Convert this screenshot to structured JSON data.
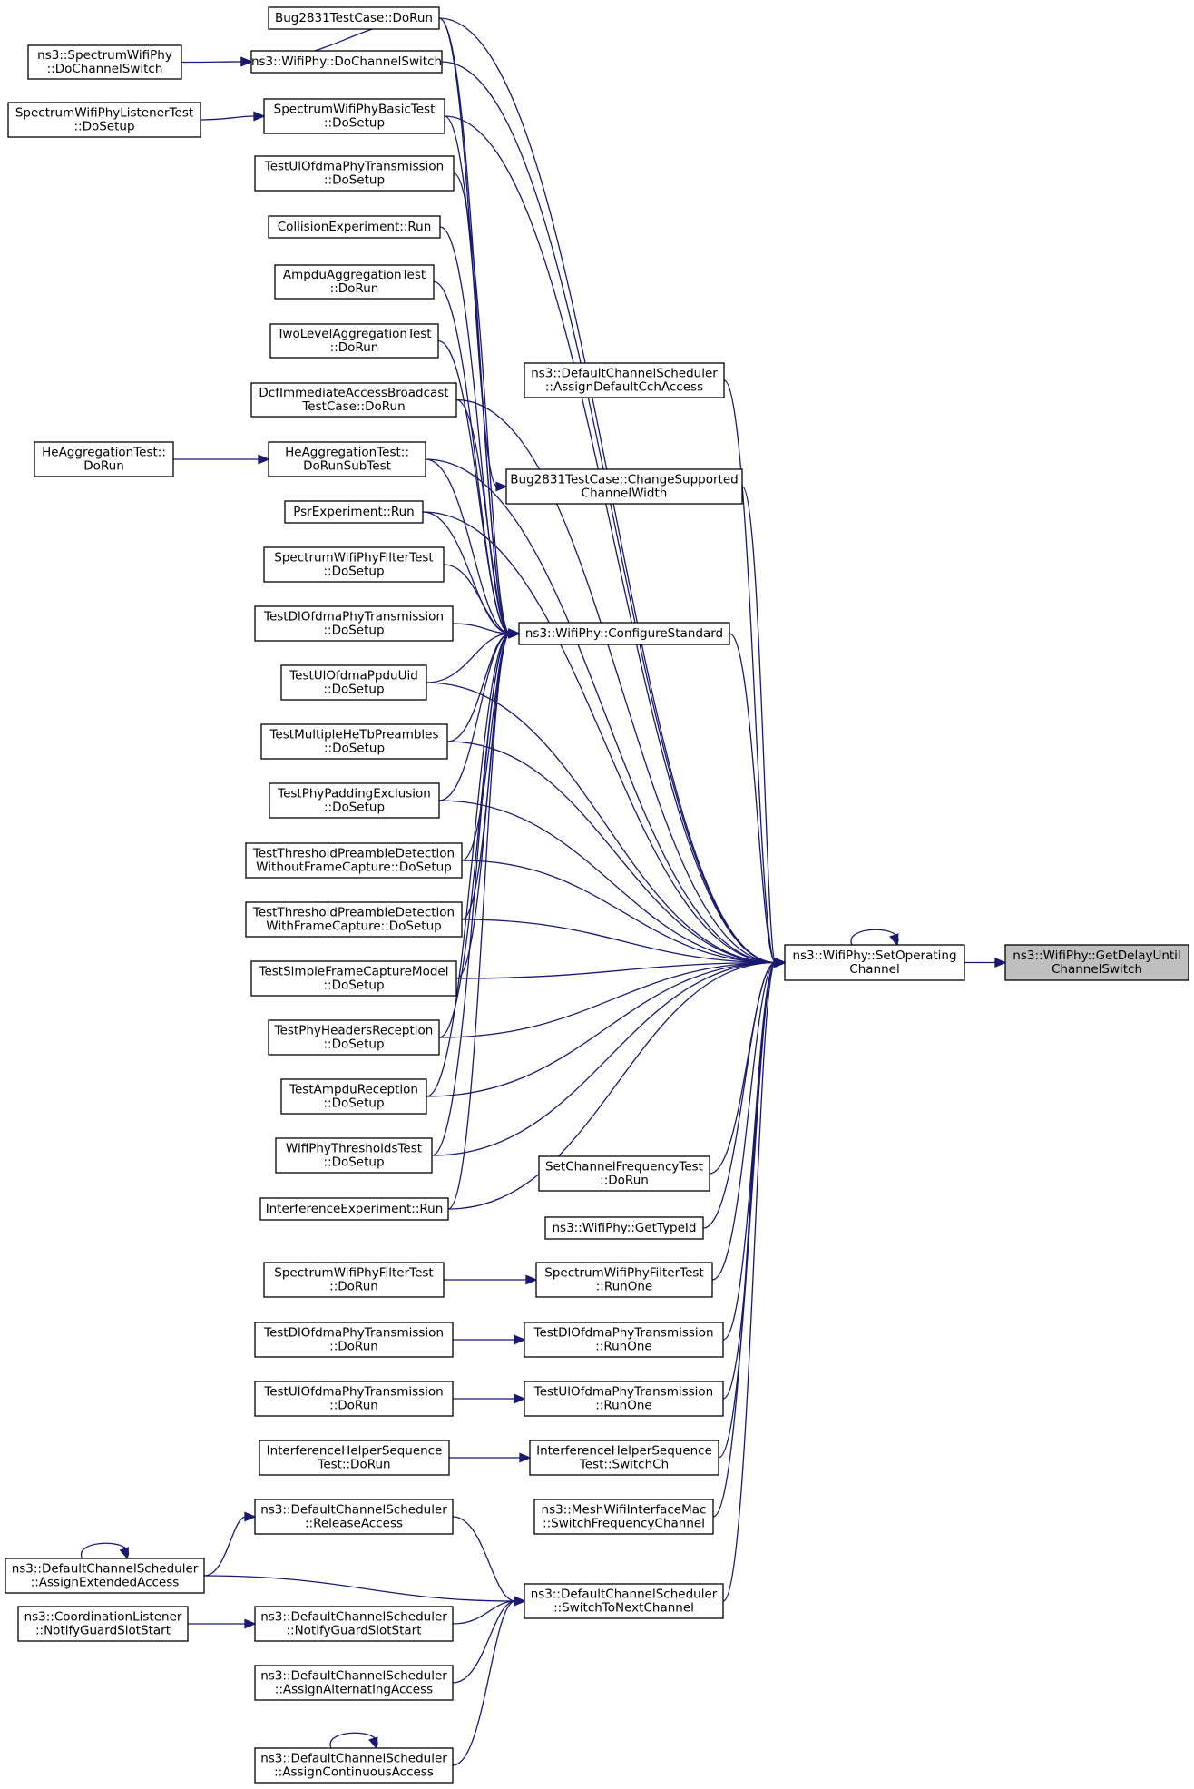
{
  "title": "ns3::WifiPhy::GetDelayUntilChannelSwitch caller graph",
  "colors": {
    "edge": "#191970",
    "highlight_fill": "#bfbfbf",
    "node_fill": "#ffffff",
    "node_border": "#000000"
  },
  "nodes": [
    {
      "id": "target",
      "lines": [
        "ns3::WifiPhy::GetDelayUntil",
        "ChannelSwitch"
      ],
      "highlight": true
    },
    {
      "id": "setop",
      "lines": [
        "ns3::WifiPhy::SetOperating",
        "Channel"
      ]
    },
    {
      "id": "cfgstd",
      "lines": [
        "ns3::WifiPhy::ConfigureStandard"
      ]
    },
    {
      "id": "dochsw",
      "lines": [
        "ns3::WifiPhy::DoChannelSwitch"
      ]
    },
    {
      "id": "specdochsw",
      "lines": [
        "ns3::SpectrumWifiPhy",
        "::DoChannelSwitch"
      ]
    },
    {
      "id": "bugrun",
      "lines": [
        "Bug2831TestCase::DoRun"
      ]
    },
    {
      "id": "specbasic",
      "lines": [
        "SpectrumWifiPhyBasicTest",
        "::DoSetup"
      ]
    },
    {
      "id": "speclistener",
      "lines": [
        "SpectrumWifiPhyListenerTest",
        "::DoSetup"
      ]
    },
    {
      "id": "tulofdmtx",
      "lines": [
        "TestUlOfdmaPhyTransmission",
        "::DoSetup"
      ]
    },
    {
      "id": "collision",
      "lines": [
        "CollisionExperiment::Run"
      ]
    },
    {
      "id": "ampduagg",
      "lines": [
        "AmpduAggregationTest",
        "::DoRun"
      ]
    },
    {
      "id": "twolevel",
      "lines": [
        "TwoLevelAggregationTest",
        "::DoRun"
      ]
    },
    {
      "id": "dcfimm",
      "lines": [
        "DcfImmediateAccessBroadcast",
        "TestCase::DoRun"
      ]
    },
    {
      "id": "heaggsub",
      "lines": [
        "HeAggregationTest::",
        "DoRunSubTest"
      ]
    },
    {
      "id": "heaggrun",
      "lines": [
        "HeAggregationTest::",
        "DoRun"
      ]
    },
    {
      "id": "psr",
      "lines": [
        "PsrExperiment::Run"
      ]
    },
    {
      "id": "specfiltersetup",
      "lines": [
        "SpectrumWifiPhyFilterTest",
        "::DoSetup"
      ]
    },
    {
      "id": "tdlofdmsetup",
      "lines": [
        "TestDlOfdmaPhyTransmission",
        "::DoSetup"
      ]
    },
    {
      "id": "tulppdu",
      "lines": [
        "TestUlOfdmaPpduUid",
        "::DoSetup"
      ]
    },
    {
      "id": "tmultihe",
      "lines": [
        "TestMultipleHeTbPreambles",
        "::DoSetup"
      ]
    },
    {
      "id": "tpadding",
      "lines": [
        "TestPhyPaddingExclusion",
        "::DoSetup"
      ]
    },
    {
      "id": "tthreshwithout",
      "lines": [
        "TestThresholdPreambleDetection",
        "WithoutFrameCapture::DoSetup"
      ]
    },
    {
      "id": "tthreshwith",
      "lines": [
        "TestThresholdPreambleDetection",
        "WithFrameCapture::DoSetup"
      ]
    },
    {
      "id": "tsimplecap",
      "lines": [
        "TestSimpleFrameCaptureModel",
        "::DoSetup"
      ]
    },
    {
      "id": "tphyhdr",
      "lines": [
        "TestPhyHeadersReception",
        "::DoSetup"
      ]
    },
    {
      "id": "tampdurx",
      "lines": [
        "TestAmpduReception",
        "::DoSetup"
      ]
    },
    {
      "id": "twifithresh",
      "lines": [
        "WifiPhyThresholdsTest",
        "::DoSetup"
      ]
    },
    {
      "id": "interfexp",
      "lines": [
        "InterferenceExperiment::Run"
      ]
    },
    {
      "id": "dcsassigncch",
      "lines": [
        "ns3::DefaultChannelScheduler",
        "::AssignDefaultCchAccess"
      ]
    },
    {
      "id": "bugchange",
      "lines": [
        "Bug2831TestCase::ChangeSupported",
        "ChannelWidth"
      ]
    },
    {
      "id": "setfreq",
      "lines": [
        "SetChannelFrequencyTest",
        "::DoRun"
      ]
    },
    {
      "id": "gettypeid",
      "lines": [
        "ns3::WifiPhy::GetTypeId"
      ]
    },
    {
      "id": "specfilterrun",
      "lines": [
        "SpectrumWifiPhyFilterTest",
        "::DoRun"
      ]
    },
    {
      "id": "specfilterrunone",
      "lines": [
        "SpectrumWifiPhyFilterTest",
        "::RunOne"
      ]
    },
    {
      "id": "tdlofdmrun",
      "lines": [
        "TestDlOfdmaPhyTransmission",
        "::DoRun"
      ]
    },
    {
      "id": "tdlofdmrunone",
      "lines": [
        "TestDlOfdmaPhyTransmission",
        "::RunOne"
      ]
    },
    {
      "id": "tulofdmrun",
      "lines": [
        "TestUlOfdmaPhyTransmission",
        "::DoRun"
      ]
    },
    {
      "id": "tulofdmrunone",
      "lines": [
        "TestUlOfdmaPhyTransmission",
        "::RunOne"
      ]
    },
    {
      "id": "ihseqrun",
      "lines": [
        "InterferenceHelperSequence",
        "Test::DoRun"
      ]
    },
    {
      "id": "ihseqsw",
      "lines": [
        "InterferenceHelperSequence",
        "Test::SwitchCh"
      ]
    },
    {
      "id": "meshswitch",
      "lines": [
        "ns3::MeshWifiInterfaceMac",
        "::SwitchFrequencyChannel"
      ]
    },
    {
      "id": "dcsrelease",
      "lines": [
        "ns3::DefaultChannelScheduler",
        "::ReleaseAccess"
      ]
    },
    {
      "id": "dcsassignext",
      "lines": [
        "ns3::DefaultChannelScheduler",
        "::AssignExtendedAccess"
      ]
    },
    {
      "id": "dcsswitchnext",
      "lines": [
        "ns3::DefaultChannelScheduler",
        "::SwitchToNextChannel"
      ]
    },
    {
      "id": "coordguard",
      "lines": [
        "ns3::CoordinationListener",
        "::NotifyGuardSlotStart"
      ]
    },
    {
      "id": "dcsguard",
      "lines": [
        "ns3::DefaultChannelScheduler",
        "::NotifyGuardSlotStart"
      ]
    },
    {
      "id": "dcsalt",
      "lines": [
        "ns3::DefaultChannelScheduler",
        "::AssignAlternatingAccess"
      ]
    },
    {
      "id": "dcscont",
      "lines": [
        "ns3::DefaultChannelScheduler",
        "::AssignContinuousAccess"
      ]
    }
  ],
  "edges": [
    [
      "setop",
      "target"
    ],
    [
      "setop",
      "setop"
    ],
    [
      "cfgstd",
      "setop"
    ],
    [
      "dochsw",
      "setop"
    ],
    [
      "bugrun",
      "setop"
    ],
    [
      "specbasic",
      "setop"
    ],
    [
      "dcsassigncch",
      "setop"
    ],
    [
      "bugchange",
      "setop"
    ],
    [
      "dcfimm",
      "setop"
    ],
    [
      "heaggsub",
      "setop"
    ],
    [
      "psr",
      "setop"
    ],
    [
      "tulppdu",
      "setop"
    ],
    [
      "tmultihe",
      "setop"
    ],
    [
      "tpadding",
      "setop"
    ],
    [
      "tthreshwithout",
      "setop"
    ],
    [
      "tthreshwith",
      "setop"
    ],
    [
      "tsimplecap",
      "setop"
    ],
    [
      "tphyhdr",
      "setop"
    ],
    [
      "tampdurx",
      "setop"
    ],
    [
      "twifithresh",
      "setop"
    ],
    [
      "interfexp",
      "setop"
    ],
    [
      "setfreq",
      "setop"
    ],
    [
      "gettypeid",
      "setop"
    ],
    [
      "specfilterrunone",
      "setop"
    ],
    [
      "tdlofdmrunone",
      "setop"
    ],
    [
      "tulofdmrunone",
      "setop"
    ],
    [
      "ihseqsw",
      "setop"
    ],
    [
      "meshswitch",
      "setop"
    ],
    [
      "dcsswitchnext",
      "setop"
    ],
    [
      "specdochsw",
      "dochsw"
    ],
    [
      "bugrun",
      "dochsw"
    ],
    [
      "speclistener",
      "specbasic"
    ],
    [
      "bugrun",
      "bugchange"
    ],
    [
      "heaggrun",
      "heaggsub"
    ],
    [
      "bugrun",
      "cfgstd"
    ],
    [
      "specbasic",
      "cfgstd"
    ],
    [
      "tulofdmtx",
      "cfgstd"
    ],
    [
      "collision",
      "cfgstd"
    ],
    [
      "ampduagg",
      "cfgstd"
    ],
    [
      "twolevel",
      "cfgstd"
    ],
    [
      "dcfimm",
      "cfgstd"
    ],
    [
      "heaggsub",
      "cfgstd"
    ],
    [
      "psr",
      "cfgstd"
    ],
    [
      "specfiltersetup",
      "cfgstd"
    ],
    [
      "tdlofdmsetup",
      "cfgstd"
    ],
    [
      "tulppdu",
      "cfgstd"
    ],
    [
      "tmultihe",
      "cfgstd"
    ],
    [
      "tpadding",
      "cfgstd"
    ],
    [
      "tthreshwithout",
      "cfgstd"
    ],
    [
      "tthreshwith",
      "cfgstd"
    ],
    [
      "tsimplecap",
      "cfgstd"
    ],
    [
      "tphyhdr",
      "cfgstd"
    ],
    [
      "tampdurx",
      "cfgstd"
    ],
    [
      "twifithresh",
      "cfgstd"
    ],
    [
      "interfexp",
      "cfgstd"
    ],
    [
      "specfilterrun",
      "specfilterrunone"
    ],
    [
      "tdlofdmrun",
      "tdlofdmrunone"
    ],
    [
      "tulofdmrun",
      "tulofdmrunone"
    ],
    [
      "ihseqrun",
      "ihseqsw"
    ],
    [
      "dcsassignext",
      "dcsrelease"
    ],
    [
      "dcsassignext",
      "dcsassignext"
    ],
    [
      "dcsrelease",
      "dcsswitchnext"
    ],
    [
      "dcsassignext",
      "dcsswitchnext"
    ],
    [
      "coordguard",
      "dcsguard"
    ],
    [
      "dcsguard",
      "dcsswitchnext"
    ],
    [
      "dcsalt",
      "dcsswitchnext"
    ],
    [
      "dcscont",
      "dcsswitchnext"
    ],
    [
      "dcscont",
      "dcscont"
    ]
  ]
}
